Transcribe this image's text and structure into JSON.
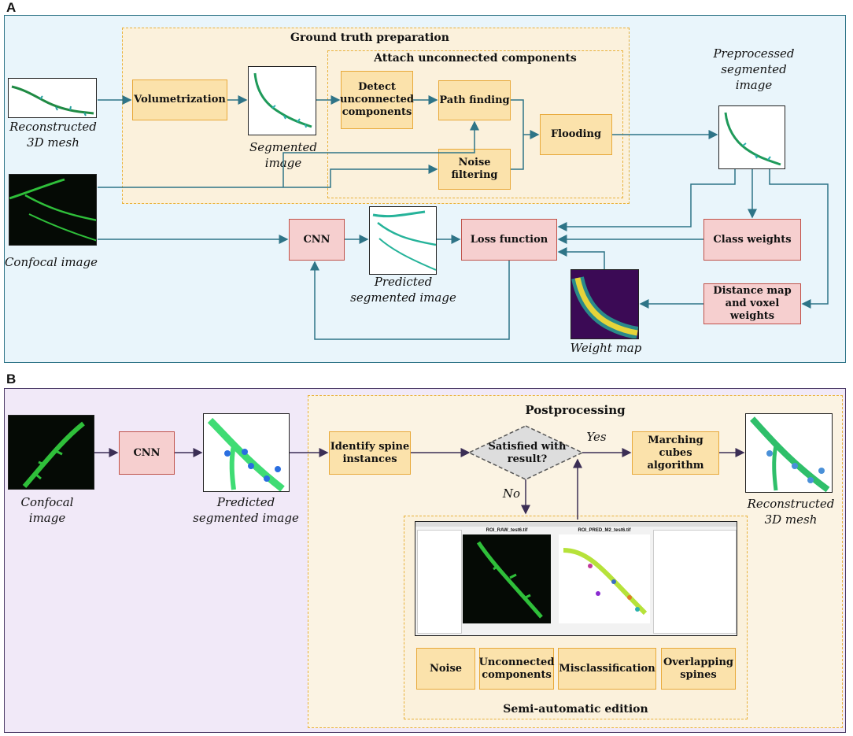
{
  "panel_a": {
    "letter": "A",
    "ground_truth_title": "Ground truth preparation",
    "attach_title": "Attach unconnected components",
    "boxes": {
      "volumetrization": "Volumetrization",
      "detect": "Detect unconnected components",
      "path_finding": "Path finding",
      "noise_filtering": "Noise filtering",
      "flooding": "Flooding",
      "cnn": "CNN",
      "loss_function": "Loss function",
      "class_weights": "Class weights",
      "distance_map": "Distance map and voxel weights"
    },
    "captions": {
      "reconstructed_mesh": "Reconstructed 3D mesh",
      "segmented_image": "Segmented image",
      "preprocessed": "Preprocessed segmented image",
      "confocal": "Confocal image",
      "predicted": "Predicted segmented image",
      "weight_map": "Weight map"
    }
  },
  "panel_b": {
    "letter": "B",
    "postprocessing_title": "Postprocessing",
    "semi_auto_title": "Semi-automatic edition",
    "boxes": {
      "cnn": "CNN",
      "identify": "Identify spine instances",
      "decision": "Satisfied with result?",
      "marching": "Marching cubes algorithm",
      "noise": "Noise",
      "unconnected": "Unconnected components",
      "misclassification": "Misclassification",
      "overlapping": "Overlapping spines"
    },
    "labels": {
      "yes": "Yes",
      "no": "No"
    },
    "captions": {
      "confocal": "Confocal image",
      "predicted": "Predicted segmented image",
      "reconstructed": "Reconstructed 3D mesh"
    },
    "screenshot": {
      "left_title": "ROI_RAW_test6.tif",
      "right_title": "ROI_PRED_M2_test6.tif"
    }
  },
  "colors": {
    "teal_arrow": "#2e7487",
    "purple_arrow": "#3b2e55",
    "yellow_fill": "#fbe2ab",
    "red_fill": "#f6cfcf",
    "dash": "#e8b13a"
  }
}
